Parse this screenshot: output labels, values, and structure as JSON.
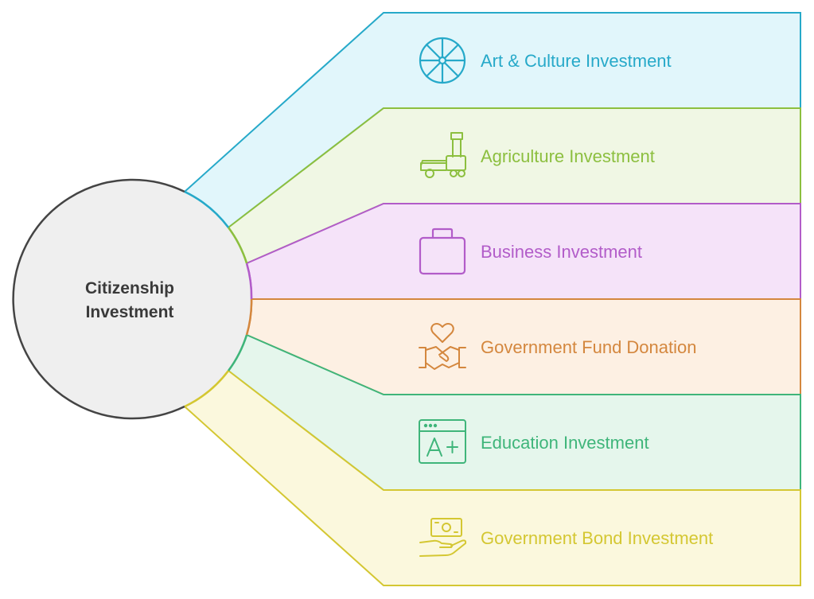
{
  "center": {
    "line1": "Citizenship",
    "line2": "Investment"
  },
  "branches": [
    {
      "label": "Art & Culture Investment",
      "icon": "wheel-icon",
      "stroke": "#26a9c9",
      "fill": "#e1f6fb"
    },
    {
      "label": "Agriculture Investment",
      "icon": "tractor-icon",
      "stroke": "#8cbf3f",
      "fill": "#f0f7e4"
    },
    {
      "label": "Business Investment",
      "icon": "briefcase-icon",
      "stroke": "#b25cc9",
      "fill": "#f5e3f9"
    },
    {
      "label": "Government Fund Donation",
      "icon": "handshake-heart-icon",
      "stroke": "#d4873e",
      "fill": "#fdf0e3"
    },
    {
      "label": "Education Investment",
      "icon": "grade-certificate-icon",
      "stroke": "#3fb57a",
      "fill": "#e5f6ec"
    },
    {
      "label": "Government Bond Investment",
      "icon": "money-hand-icon",
      "stroke": "#d4c732",
      "fill": "#fbf8dd"
    }
  ]
}
